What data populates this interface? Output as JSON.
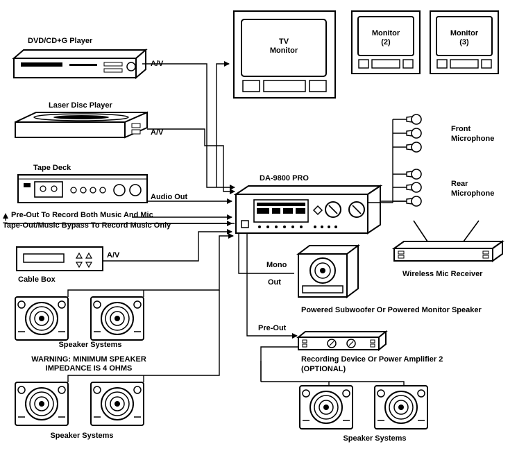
{
  "sources": {
    "dvd": "DVD/CD+G Player",
    "laser": "Laser Disc Player",
    "tape": "Tape Deck",
    "cable": "Cable Box"
  },
  "signals": {
    "av1": "A/V",
    "av2": "A/V",
    "av3": "A/V",
    "audio_out": "Audio Out",
    "pre_out_record": "Pre-Out To Record Both Music And Mic",
    "tape_out": "Tape-Out/Music Bypass To Record Music Only",
    "mono_out_1": "Mono",
    "mono_out_2": "Out",
    "pre_out": "Pre-Out"
  },
  "monitors": {
    "tv_1": "TV",
    "tv_2": "Monitor",
    "m2_1": "Monitor",
    "m2_2": "(2)",
    "m3_1": "Monitor",
    "m3_2": "(3)"
  },
  "main_unit": "DA-9800 PRO",
  "mics": {
    "front_1": "Front",
    "front_2": "Microphone",
    "rear_1": "Rear",
    "rear_2": "Microphone",
    "receiver": "Wireless Mic Receiver"
  },
  "outputs": {
    "subwoofer": "Powered Subwoofer Or Powered Monitor Speaker",
    "recording_1": "Recording Device Or Power Amplifier 2",
    "recording_2": "(OPTIONAL)"
  },
  "speakers": {
    "left_top": "Speaker Systems",
    "warning_1": "WARNING: MINIMUM SPEAKER",
    "warning_2": "IMPEDANCE IS 4 OHMS",
    "left_bottom": "Speaker Systems",
    "right_bottom": "Speaker Systems"
  }
}
